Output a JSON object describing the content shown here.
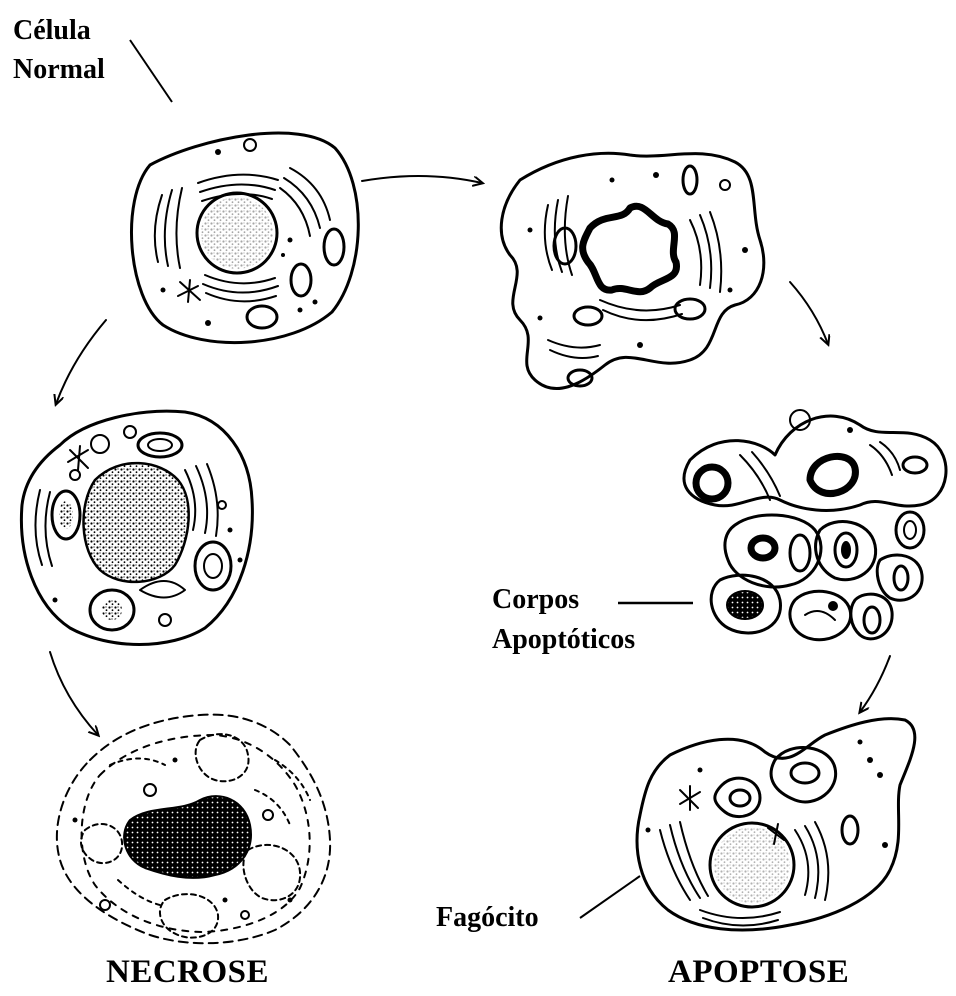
{
  "labels": {
    "celula_normal_line1": "Célula",
    "celula_normal_line2": "Normal",
    "corpos_line1": "Corpos",
    "corpos_line2": "Apoptóticos",
    "fagocito": "Fagócito",
    "necrose": "NECROSE",
    "apoptose": "APOPTOSE"
  }
}
